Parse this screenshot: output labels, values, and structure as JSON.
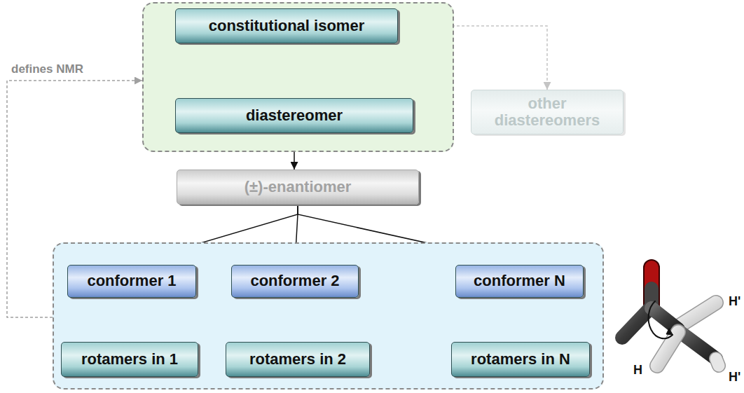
{
  "diagram": {
    "nodes": [
      {
        "text": []
      },
      {
        "text": [
          "constitutional isomer"
        ],
        "in": 0
      },
      {
        "text": [
          "diastereomer"
        ],
        "in": 0
      },
      {
        "text": [
          "other diastereomers"
        ]
      },
      {
        "text": [
          "(±)-enantiomer"
        ]
      },
      {
        "text": []
      },
      {
        "text": [
          "conformer 1"
        ],
        "in": 5
      },
      {
        "text": [
          "conformer 2"
        ],
        "in": 5
      },
      {
        "text": [
          "conformer N"
        ],
        "in": 5
      },
      {
        "text": [
          "rotamers in 1"
        ],
        "in": 5
      },
      {
        "text": [
          "rotamers in 2"
        ],
        "in": 5
      },
      {
        "text": [
          "rotamers in N"
        ],
        "in": 5
      }
    ],
    "edges": [
      {
        "from": 1,
        "to": 2,
        "arrow": "to"
      },
      {
        "from": 1,
        "to": 3,
        "arrow": "to"
      },
      {
        "from": 2,
        "to": 4,
        "arrow": "to"
      },
      {
        "from": 4,
        "to": 6,
        "arrow": "to"
      },
      {
        "from": 4,
        "to": 7,
        "arrow": "to"
      },
      {
        "from": 4,
        "to": 8,
        "arrow": "to"
      },
      {
        "from": 6,
        "to": 9,
        "arrow": "to"
      },
      {
        "from": 6,
        "to": 9,
        "arrow": "to"
      },
      {
        "from": 6,
        "to": 9,
        "arrow": "to"
      },
      {
        "from": 7,
        "to": 10,
        "arrow": "to"
      },
      {
        "from": 7,
        "to": 10,
        "arrow": "to"
      },
      {
        "from": 7,
        "to": 10,
        "arrow": "to"
      },
      {
        "from": 8,
        "to": 11,
        "arrow": "to"
      },
      {
        "from": 8,
        "to": 11,
        "arrow": "to"
      },
      {
        "from": 8,
        "to": 11,
        "arrow": "to"
      },
      {
        "from": 7,
        "to": 8,
        "arrow": "none"
      },
      {
        "from": 10,
        "to": 11,
        "arrow": "none"
      },
      {
        "from": 5,
        "to": 0,
        "label": "defines NMR",
        "arrow": "to"
      }
    ],
    "labels": [
      "H'",
      "H",
      "H'"
    ]
  }
}
